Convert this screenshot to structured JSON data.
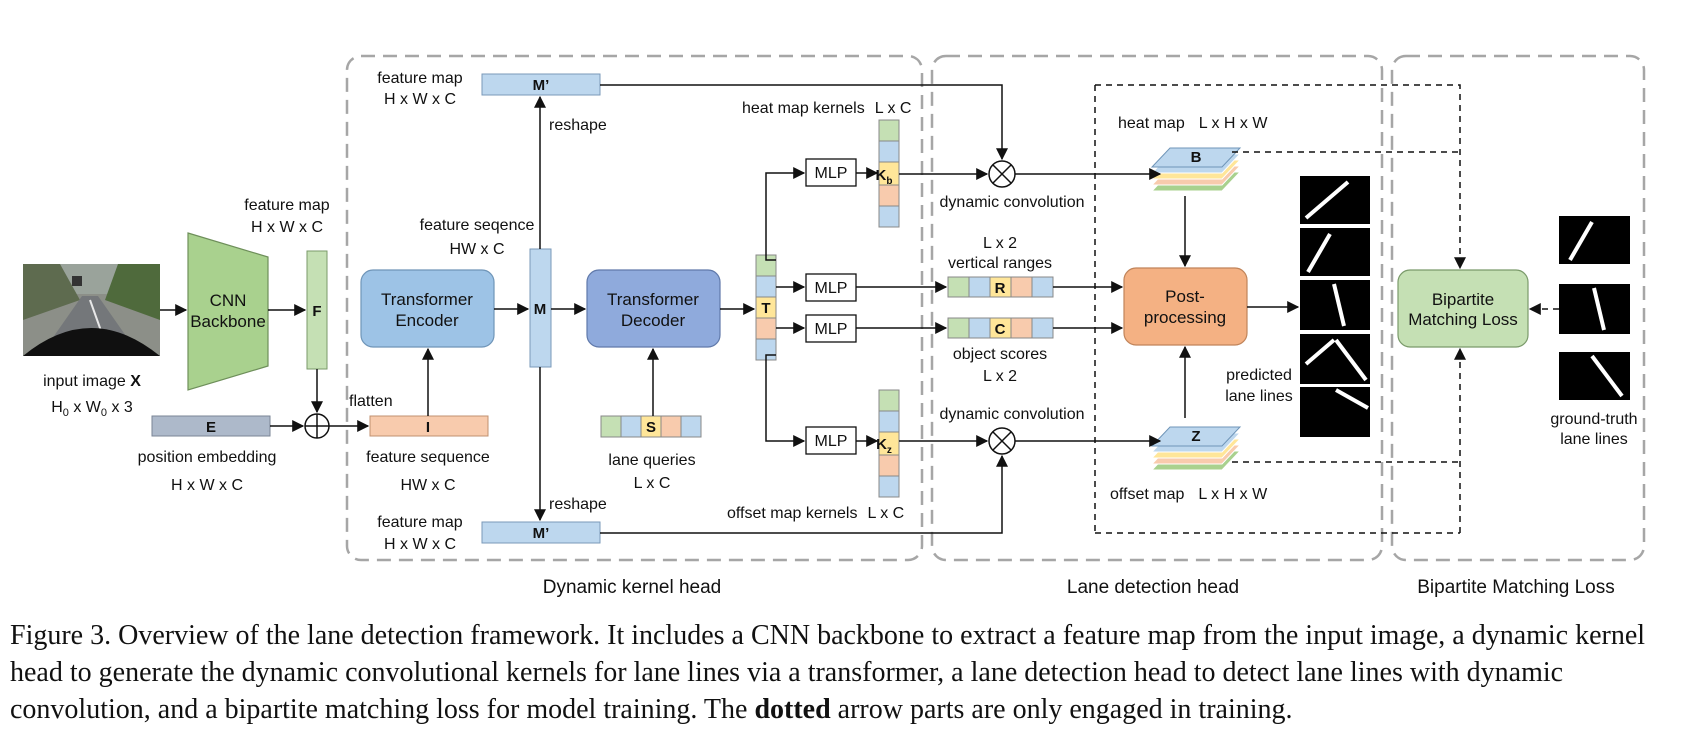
{
  "sections": {
    "dynamic_kernel_head": "Dynamic kernel head",
    "lane_detection_head": "Lane detection head",
    "bipartite_matching_loss": "Bipartite Matching Loss"
  },
  "input": {
    "label_prefix": "input image",
    "label_symbol": "X",
    "dims_base": "H",
    "dims_sub": "0",
    "dims_mid": " x W",
    "dims_end": " x 3"
  },
  "backbone": {
    "line1": "CNN",
    "line2": "Backbone"
  },
  "feature_map_F": {
    "title": "feature map",
    "dims": "H x W x C",
    "symbol": "F"
  },
  "position_embedding": {
    "symbol": "E",
    "title": "position embedding",
    "dims": "H x W x C"
  },
  "flatten": "flatten",
  "feature_sequence_I": {
    "symbol": "I",
    "title": "feature sequence",
    "dims": "HW x C"
  },
  "encoder": {
    "line1": "Transformer",
    "line2": "Encoder"
  },
  "feature_seq_M": {
    "title": "feature seqence",
    "dims": "HW x C",
    "symbol": "M"
  },
  "reshape_top": "reshape",
  "reshape_bottom": "reshape",
  "feature_map_top": {
    "title": "feature map",
    "dims": "H x W x C",
    "symbol": "M’"
  },
  "feature_map_bottom": {
    "title": "feature map",
    "dims": "H x W x C",
    "symbol": "M’"
  },
  "decoder": {
    "line1": "Transformer",
    "line2": "Decoder"
  },
  "lane_queries": {
    "symbol": "S",
    "title": "lane queries",
    "dims": "L x C"
  },
  "T_symbol": "T",
  "mlp": "MLP",
  "heat_kernels": {
    "title": "heat map kernels",
    "dims": "L x C",
    "symbol": "K",
    "sub": "b"
  },
  "offset_kernels": {
    "title": "offset map kernels",
    "dims": "L x C",
    "symbol": "K",
    "sub": "z"
  },
  "dynamic_convolution": "dynamic convolution",
  "vertical_ranges": {
    "dims": "L x 2",
    "title": "vertical ranges",
    "symbol": "R"
  },
  "object_scores": {
    "title": "object scores",
    "dims": "L x 2",
    "symbol": "C"
  },
  "heat_map": {
    "title": "heat map",
    "dims": "L x H x W",
    "symbol": "B"
  },
  "offset_map": {
    "title": "offset map",
    "dims": "L x H x W",
    "symbol": "Z"
  },
  "post_processing": {
    "line1": "Post-",
    "line2": "processing"
  },
  "predicted": {
    "line1": "predicted",
    "line2": "lane lines"
  },
  "bipartite": {
    "line1": "Bipartite",
    "line2": "Matching Loss"
  },
  "ground_truth": {
    "line1": "ground-truth",
    "line2": "lane lines"
  },
  "caption": {
    "prefix": "Figure 3. Overview of the lane detection framework. It includes a CNN backbone to extract a feature map from the input image, a dynamic kernel head to generate the dynamic convolutional kernels for lane lines via a transformer, a lane detection head to detect lane lines with dynamic convolution, and a bipartite matching loss for model training. The ",
    "bold": "dotted",
    "suffix": " arrow parts are only engaged in training."
  },
  "colors": {
    "green": "#a9d18e",
    "green_light": "#c5e0b4",
    "blue_light": "#bdd7ee",
    "blue_mid": "#9dc3e6",
    "blue_dark": "#8faadc",
    "orange": "#f4b183",
    "peach": "#f8cbad",
    "yellow": "#ffe699",
    "gray_embed": "#adb9ca",
    "dash_gray": "#a6a6a6"
  }
}
